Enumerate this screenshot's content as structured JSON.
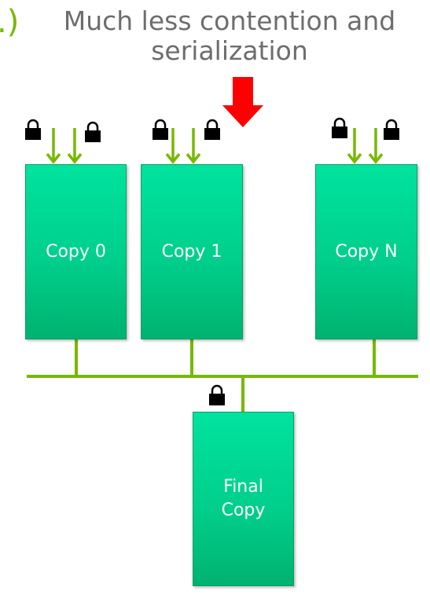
{
  "header": {
    "partial_text": ".)",
    "caption_line1": "Much less contention and",
    "caption_line2": "serialization"
  },
  "copies": [
    {
      "label": "Copy 0"
    },
    {
      "label": "Copy 1"
    },
    {
      "label": "Copy N"
    }
  ],
  "final_copy": {
    "line1": "Final",
    "line2": "Copy"
  },
  "colors": {
    "accent_green": "#76b900",
    "block_green": "#00d690",
    "highlight_arrow": "#ff0000",
    "lock": "#000000",
    "caption_gray": "#6d6d6d"
  },
  "icons": [
    "lock-icon",
    "down-arrow-icon",
    "red-down-arrow-icon"
  ]
}
